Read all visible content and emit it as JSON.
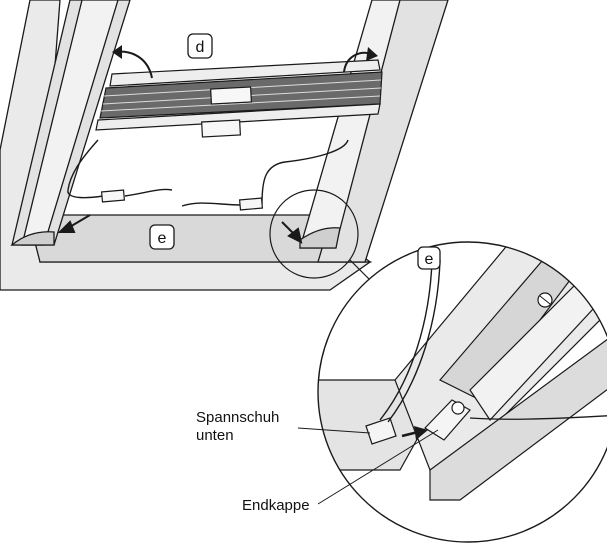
{
  "steps": {
    "d": "d",
    "e_main": "e",
    "e_detail": "e"
  },
  "labels": {
    "spannschuh_line1": "Spannschuh",
    "spannschuh_line2": "unten",
    "endkappe": "Endkappe"
  },
  "colors": {
    "frame_fill": "#eaeaea",
    "frame_dark": "#cfcfcf",
    "stroke": "#1a1a1a",
    "blind_dark": "#555555"
  }
}
